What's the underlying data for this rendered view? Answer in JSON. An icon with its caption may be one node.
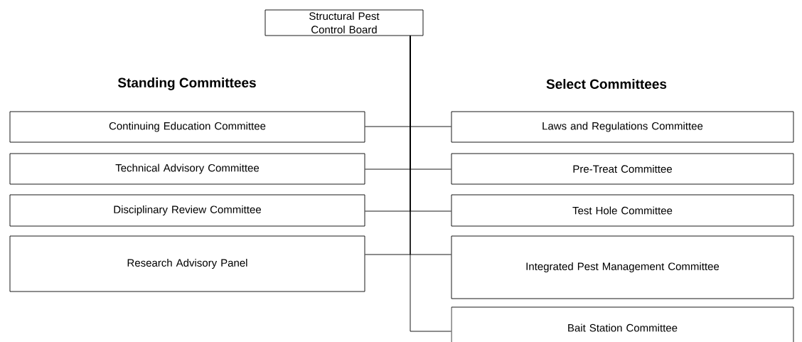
{
  "diagram": {
    "nodes": [
      {
        "text": [
          "Structural Pest Control Board"
        ]
      },
      {
        "text": [
          "Continuing Education Committee"
        ]
      },
      {
        "text": [
          "Technical Advisory Committee"
        ]
      },
      {
        "text": [
          "Disciplinary Review Committee"
        ]
      },
      {
        "text": [
          "Research Advisory Panel"
        ]
      },
      {
        "text": [
          "Laws and Regulations Committee"
        ]
      },
      {
        "text": [
          "Pre-Treat Committee"
        ]
      },
      {
        "text": [
          "Test Hole Committee"
        ]
      },
      {
        "text": [
          "Integrated Pest Management Committee"
        ]
      },
      {
        "text": [
          "Bait Station Committee"
        ]
      }
    ],
    "edges": [
      {
        "from": 0,
        "to": 1,
        "arrow": "none"
      },
      {
        "from": 0,
        "to": 2,
        "arrow": "none"
      },
      {
        "from": 0,
        "to": 3,
        "arrow": "none"
      },
      {
        "from": 0,
        "to": 4,
        "arrow": "none"
      },
      {
        "from": 0,
        "to": 5,
        "arrow": "none"
      },
      {
        "from": 0,
        "to": 6,
        "arrow": "none"
      },
      {
        "from": 0,
        "to": 7,
        "arrow": "none"
      },
      {
        "from": 0,
        "to": 8,
        "arrow": "none"
      },
      {
        "from": 0,
        "to": 9,
        "arrow": "none"
      }
    ],
    "labels": [
      "Standing Committees",
      "Select Committees"
    ]
  }
}
